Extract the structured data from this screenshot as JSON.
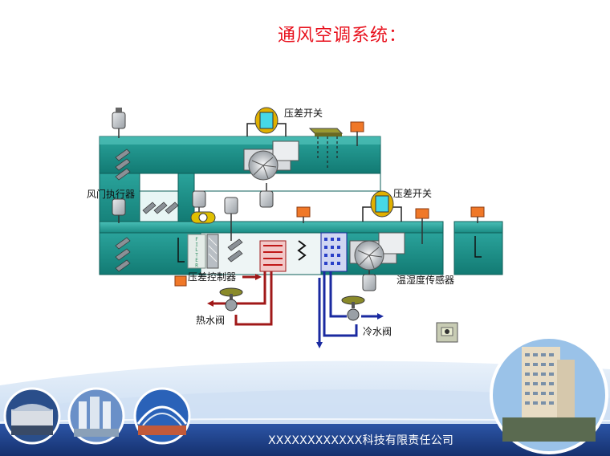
{
  "slide": {
    "title": "通风空调系统："
  },
  "diagram": {
    "labels": {
      "pressure_switch_top": "压差开关",
      "pressure_switch_mid": "压差开关",
      "damper_actuator": "风门执行器",
      "pressure_controller": "压差控制器",
      "temp_humidity_sensor": "温湿度传感器",
      "hot_water_valve": "热水阀",
      "cold_water_valve": "冷水阀",
      "filter_text": "FILTER"
    }
  },
  "footer": {
    "company": "XXXXXXXXXXXX科技有限责任公司"
  },
  "colors": {
    "title": "#e8101c",
    "duct": "#1c8a84",
    "duct_light": "#3cb4ac",
    "hot_pipe": "#a01818",
    "cold_pipe": "#1a2aa0",
    "sensor_box": "#f07828",
    "footer_blue": "#1a3d8a"
  }
}
